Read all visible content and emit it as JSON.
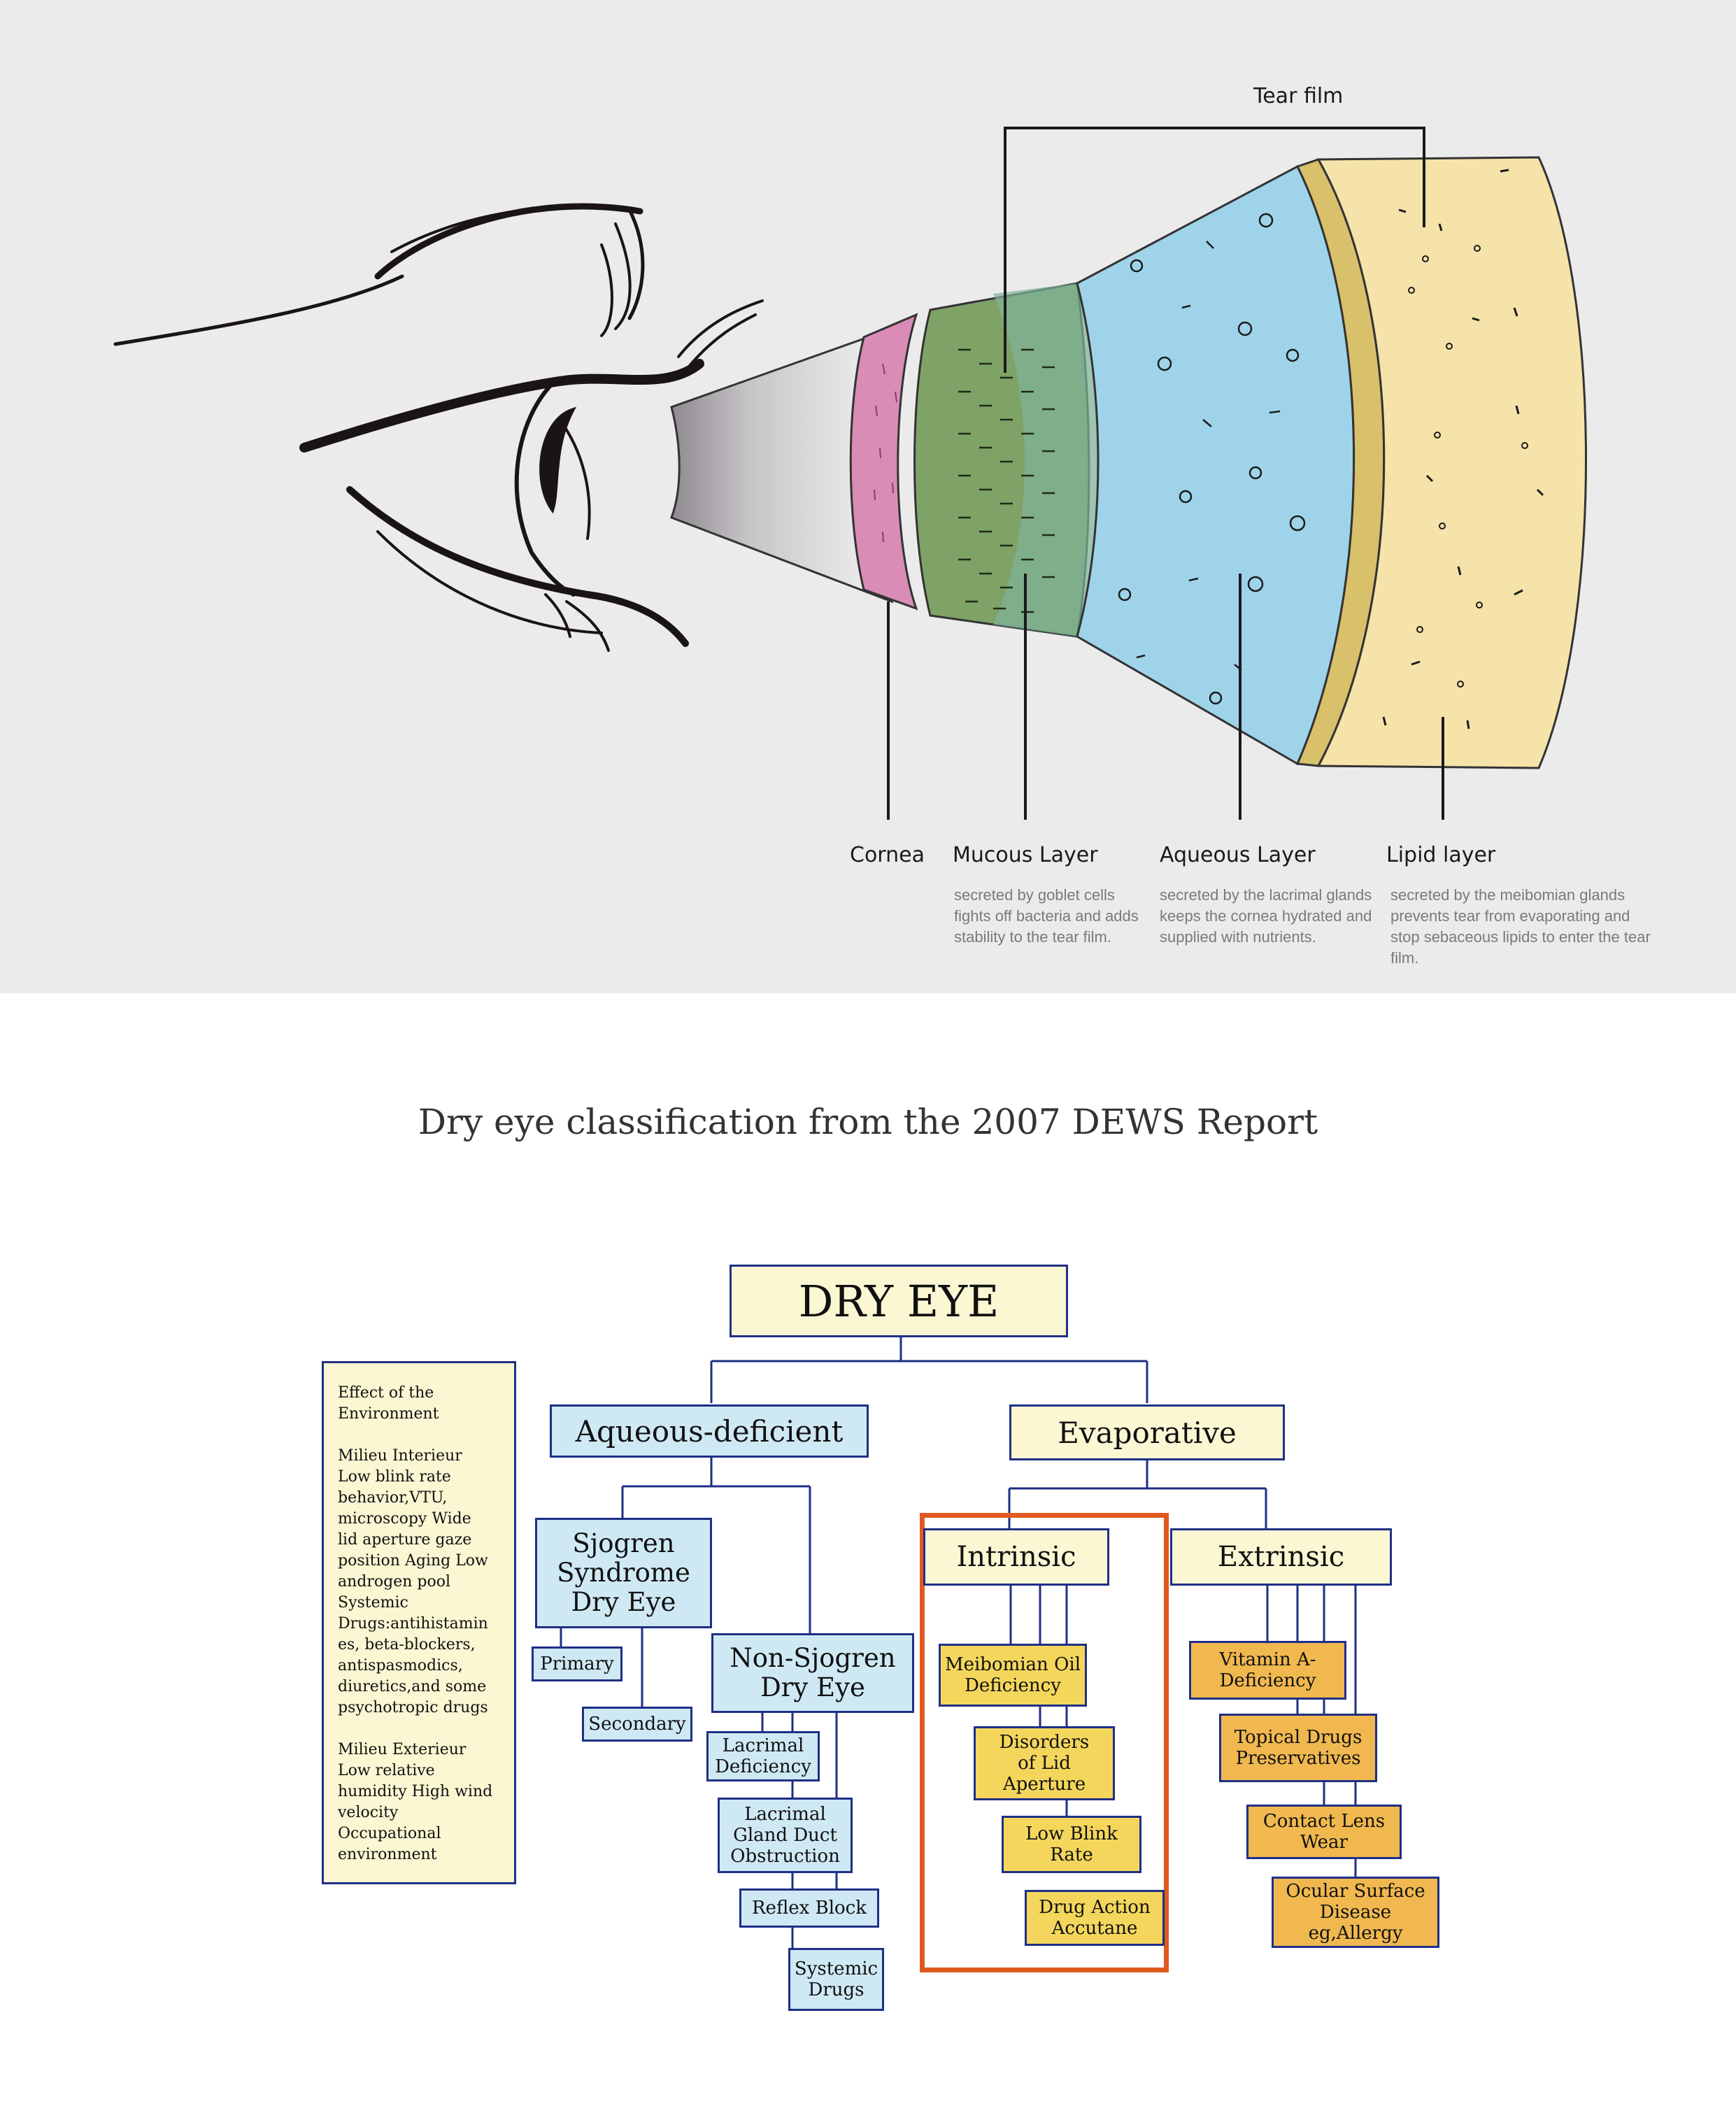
{
  "anatomy": {
    "tear_film": "Tear film",
    "cornea": "Cornea",
    "mucous_layer": {
      "label": "Mucous Layer",
      "desc": "secreted by goblet cells\nfights off bacteria and adds\nstability to the tear film."
    },
    "aqueous_layer": {
      "label": "Aqueous Layer",
      "desc": "secreted by the lacrimal glands\nkeeps the cornea hydrated and\nsupplied with nutrients."
    },
    "lipid_layer": {
      "label": "Lipid layer",
      "desc": "secreted by the meibomian glands\nprevents tear from evaporating and\nstop sebaceous lipids to enter the tear\nfilm."
    },
    "colors": {
      "cornea": "#d98cb6",
      "mucous": "#7fa267",
      "aqueous": "#9fd3ea",
      "lipid_edge": "#d9c06a",
      "lipid": "#f5e3aa",
      "background": "#ebebeb"
    }
  },
  "title": "Dry eye classification from the 2007 DEWS Report",
  "tree": {
    "root": "DRY EYE",
    "aqueous_deficient": "Aqueous-deficient",
    "evaporative": "Evaporative",
    "sjogren": "Sjogren\nSyndrome\nDry Eye",
    "primary": "Primary",
    "secondary": "Secondary",
    "non_sjogren": "Non-Sjogren\nDry Eye",
    "lacrimal_deficiency": "Lacrimal\nDeficiency",
    "lacrimal_gland_duct": "Lacrimal\nGland Duct\nObstruction",
    "reflex_block": "Reflex Block",
    "systemic_drugs": "Systemic\nDrugs",
    "intrinsic": "Intrinsic",
    "meibomian": "Meibomian Oil\nDeficiency",
    "disorders_lid": "Disorders\nof Lid\nAperture",
    "low_blink": "Low Blink\nRate",
    "drug_action": "Drug Action\nAccutane",
    "extrinsic": "Extrinsic",
    "vitamin_a": "Vitamin A-\nDeficiency",
    "topical_drugs": "Topical Drugs\nPreservatives",
    "contact_lens": "Contact Lens\nWear",
    "ocular_surface": "Ocular Surface\nDisease\neg,Allergy",
    "environment": "Effect of the\nEnvironment\n\nMilieu Interieur\nLow blink rate\nbehavior,VTU,\nmicroscopy Wide\nlid aperture gaze\nposition Aging Low\nandrogen pool\nSystemic\nDrugs:antihistamin\nes, beta-blockers,\nantispasmodics,\ndiuretics,and some\npsychotropic drugs\n\nMilieu Exterieur\nLow relative\nhumidity High wind\nvelocity\nOccupational\nenvironment",
    "colors": {
      "border": "#1f2f86",
      "highlight": "#e05a1f",
      "cream": "#fbf7d3",
      "blue": "#cfe9f4",
      "gold": "#f4d65c",
      "orange": "#f0b84f"
    }
  }
}
